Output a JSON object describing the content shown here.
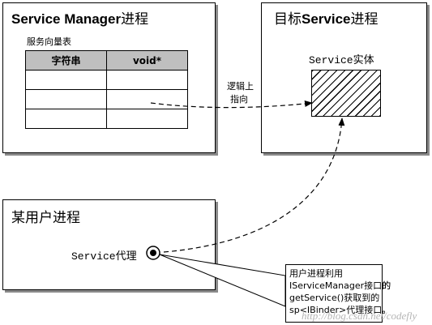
{
  "service_manager": {
    "title_bold": "Service Manager",
    "title_rest": "进程",
    "table_caption": "服务向量表",
    "columns": [
      "字符串",
      "void*"
    ],
    "rows": [
      [
        "",
        ""
      ],
      [
        "",
        ""
      ],
      [
        "",
        ""
      ]
    ]
  },
  "target": {
    "title_prefix": "目标",
    "title_bold": "Service",
    "title_suffix": "进程",
    "entity_label": "Service实体"
  },
  "logical_link": {
    "line1": "逻辑上",
    "line2": "指向"
  },
  "client": {
    "title": "某用户进程",
    "proxy_label": "Service代理"
  },
  "note": {
    "lines": [
      "用户进程利用",
      "IServiceManager接口的",
      "getService()获取到的",
      "sp<IBinder>代理接口。"
    ]
  },
  "watermark": "http://blog.csdn.net/codefly"
}
